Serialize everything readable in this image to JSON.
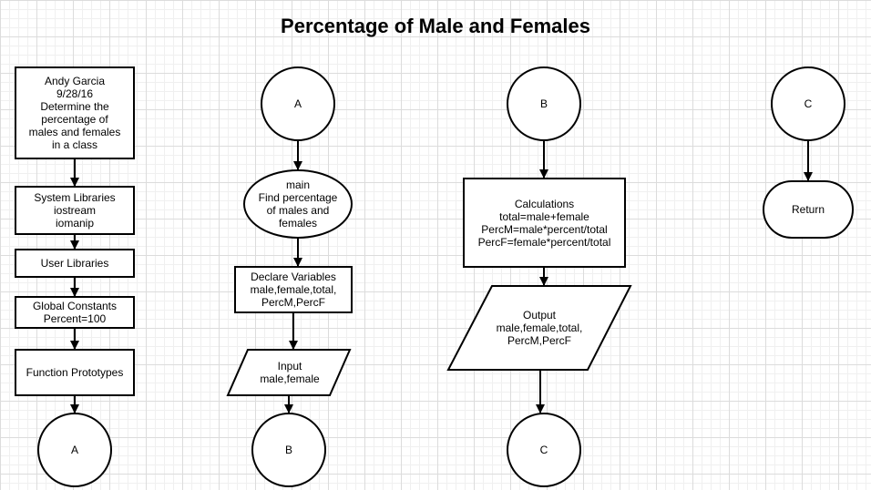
{
  "title": "Percentage of Male and Females",
  "nodes": {
    "header": "Andy Garcia\n9/28/16\nDetermine the\npercentage of\nmales and females\nin a class",
    "system_libraries": "System Libraries\niostream\niomanip",
    "user_libraries": "User Libraries",
    "global_constants": "Global Constants\nPercent=100",
    "function_prototypes": "Function Prototypes",
    "connector_a_out": "A",
    "connector_a_in": "A",
    "main": "main\nFind percentage\nof males and\nfemales",
    "declare_variables": "Declare Variables\nmale,female,total,\nPercM,PercF",
    "input": "Input\nmale,female",
    "connector_b_out": "B",
    "connector_b_in": "B",
    "calculations": "Calculations\ntotal=male+female\nPercM=male*percent/total\nPercF=female*percent/total",
    "output": "Output\nmale,female,total,\nPercM,PercF",
    "connector_c_out": "C",
    "connector_c_in": "C",
    "return": "Return"
  }
}
